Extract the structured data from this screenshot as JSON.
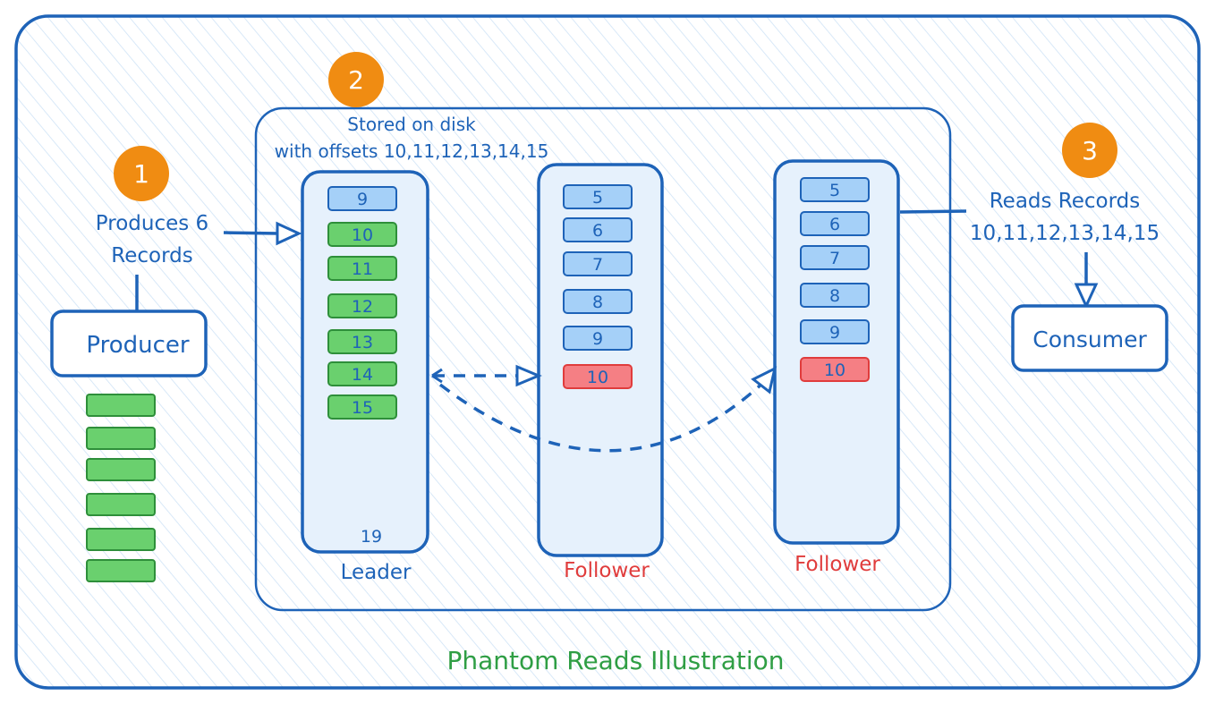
{
  "colors": {
    "blue": "#1e63b8",
    "light_blue_fill": "#a5d0f8",
    "column_fill": "#e6f1fc",
    "green_fill": "#6ad06e",
    "green_stroke": "#2e8f3a",
    "red_fill": "#f57f84",
    "red_text": "#e03c3c",
    "orange": "#f08c12",
    "title_green": "#2f9e44"
  },
  "steps": [
    "1",
    "2",
    "3"
  ],
  "producer": {
    "label": "Producer",
    "caption": [
      "Produces 6",
      "Records"
    ],
    "record_count": 6
  },
  "disk": {
    "caption": [
      "Stored on disk",
      "with offsets 10,11,12,13,14,15"
    ]
  },
  "leader": {
    "label": "Leader",
    "records": [
      {
        "value": "9",
        "state": "replicated"
      },
      {
        "value": "10",
        "state": "new"
      },
      {
        "value": "11",
        "state": "new"
      },
      {
        "value": "12",
        "state": "new"
      },
      {
        "value": "13",
        "state": "new"
      },
      {
        "value": "14",
        "state": "new"
      },
      {
        "value": "15",
        "state": "new"
      }
    ],
    "bottom_value": "19"
  },
  "followers": [
    {
      "label": "Follower",
      "records": [
        {
          "value": "5",
          "state": "replicated"
        },
        {
          "value": "6",
          "state": "replicated"
        },
        {
          "value": "7",
          "state": "replicated"
        },
        {
          "value": "8",
          "state": "replicated"
        },
        {
          "value": "9",
          "state": "replicated"
        },
        {
          "value": "10",
          "state": "missing"
        }
      ]
    },
    {
      "label": "Follower",
      "records": [
        {
          "value": "5",
          "state": "replicated"
        },
        {
          "value": "6",
          "state": "replicated"
        },
        {
          "value": "7",
          "state": "replicated"
        },
        {
          "value": "8",
          "state": "replicated"
        },
        {
          "value": "9",
          "state": "replicated"
        },
        {
          "value": "10",
          "state": "missing"
        }
      ]
    }
  ],
  "consumer": {
    "label": "Consumer",
    "caption": [
      "Reads Records",
      "10,11,12,13,14,15"
    ]
  },
  "title": "Phantom Reads Illustration"
}
